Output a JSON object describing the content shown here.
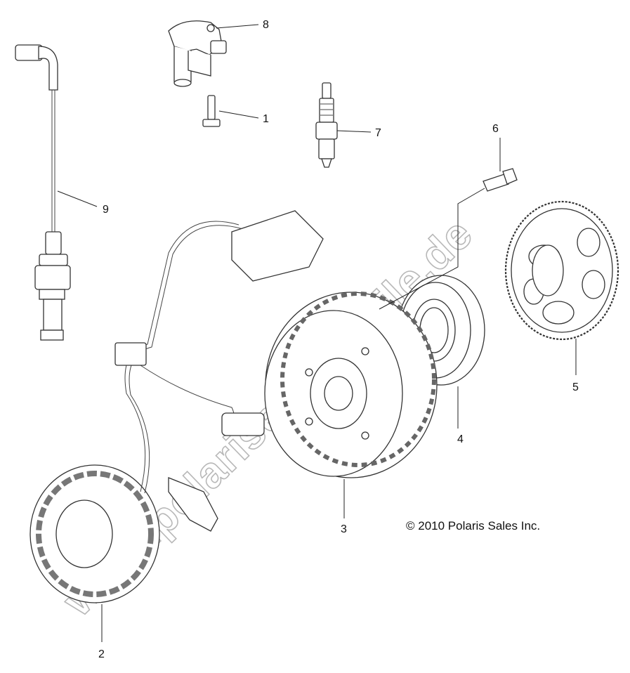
{
  "callouts": {
    "c1": "1",
    "c2": "2",
    "c3": "3",
    "c4": "4",
    "c5": "5",
    "c6": "6",
    "c7": "7",
    "c8": "8",
    "c9": "9"
  },
  "copyright": "© 2010 Polaris Sales Inc.",
  "watermark": "www.polarisersatzteile.de"
}
